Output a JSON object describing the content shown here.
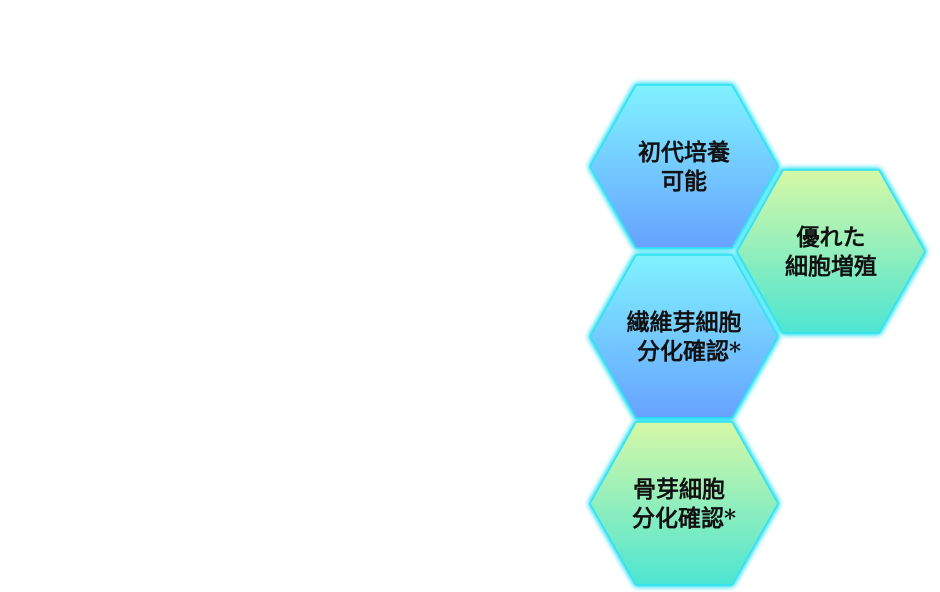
{
  "diagram": {
    "colors": {
      "blue_top": "#80f2ff",
      "blue_bottom": "#66a2ff",
      "green_top": "#d6f8a6",
      "green_bottom": "#4de5d2",
      "glow": "#22ddf0",
      "text": "#111111"
    },
    "hexagons": [
      {
        "id": "primary-culture",
        "style": "blue",
        "line1": "初代培養",
        "line2": "可能"
      },
      {
        "id": "cell-proliferation",
        "style": "green",
        "line1": "優れた",
        "line2": "細胞増殖"
      },
      {
        "id": "fibroblast-differentiation",
        "style": "blue",
        "line1": "繊維芽細胞",
        "line2": "分化確認*"
      },
      {
        "id": "osteoblast-differentiation",
        "style": "green",
        "line1": "骨芽細胞",
        "line2": "分化確認*"
      }
    ]
  }
}
